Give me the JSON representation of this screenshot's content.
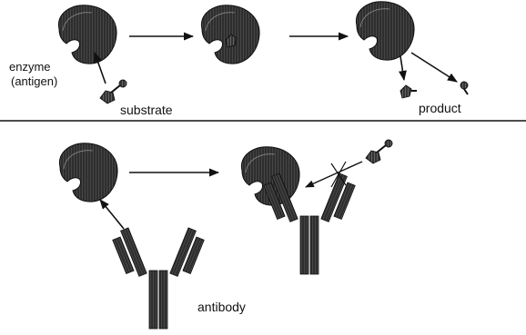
{
  "labels": {
    "enzyme_line1": "enzyme",
    "enzyme_line2": "(antigen)",
    "substrate": "substrate",
    "product": "product",
    "antibody": "antibody"
  },
  "colors": {
    "ink": "#1a1a1a",
    "shape_fill": "#3a3a3a",
    "shape_light": "#5a5a5a",
    "arrow": "#111111",
    "background": "#ffffff"
  },
  "icons": {
    "enzyme": "enzyme-shape-icon",
    "substrate": "substrate-molecule-icon",
    "antibody": "antibody-y-icon"
  }
}
